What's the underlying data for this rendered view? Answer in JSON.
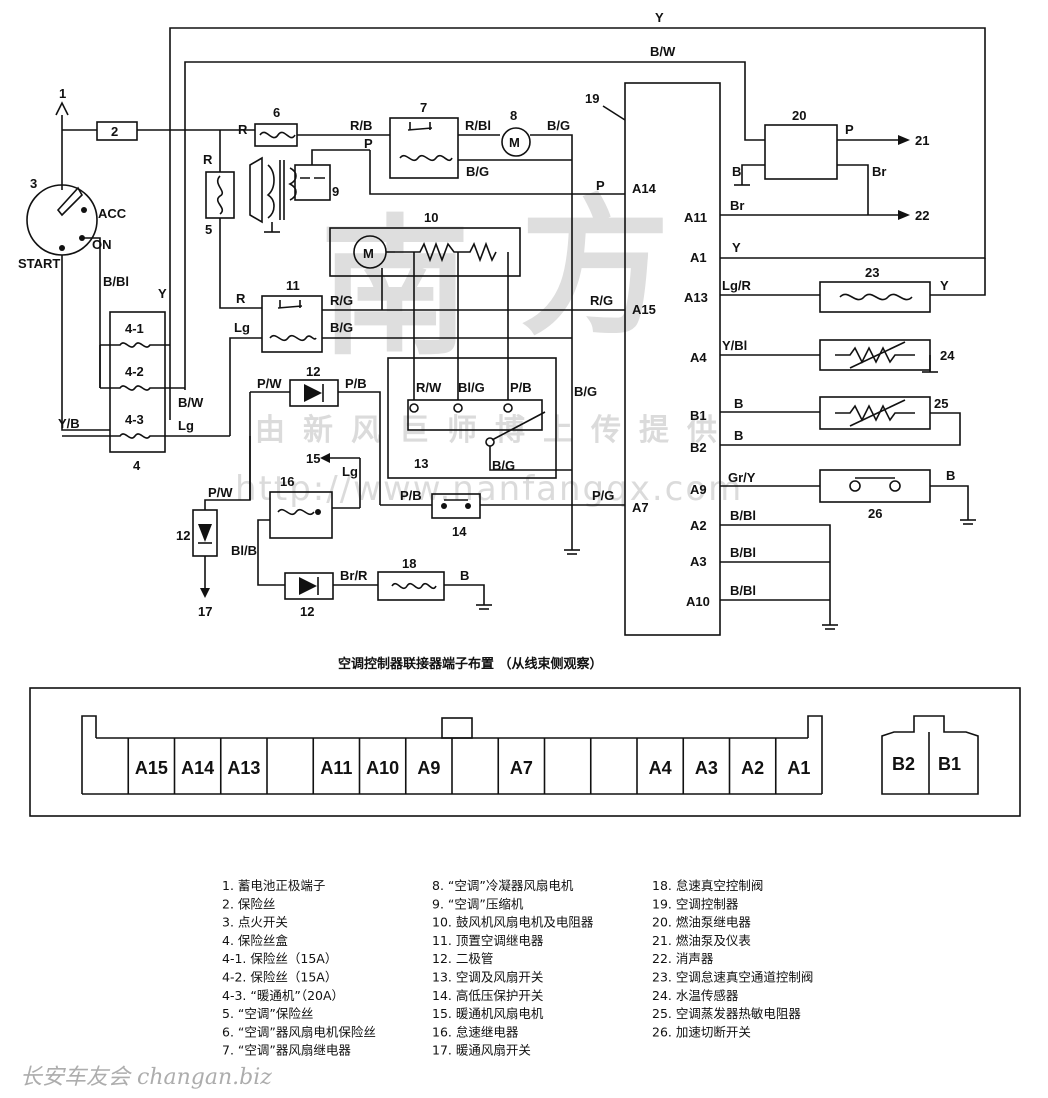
{
  "wire_codes": {
    "y": "Y",
    "bw": "B/W",
    "r": "R",
    "rb": "R/B",
    "rbl": "R/Bl",
    "bg": "B/G",
    "p": "P",
    "b": "B",
    "br": "Br",
    "acc": "ACC",
    "on": "ON",
    "start": "START",
    "bbl": "B/Bl",
    "rg": "R/G",
    "lg": "Lg",
    "lgr": "Lg/R",
    "ybl": "Y/Bl",
    "yb": "Y/B",
    "pw": "P/W",
    "pb": "P/B",
    "rw": "R/W",
    "blg": "Bl/G",
    "pg": "P/G",
    "gry": "Gr/Y",
    "blb": "Bl/B",
    "brr": "Br/R",
    "m": "M"
  },
  "component_numbers": {
    "n1": "1",
    "n2": "2",
    "n3": "3",
    "n4": "4",
    "n41": "4-1",
    "n42": "4-2",
    "n43": "4-3",
    "n5": "5",
    "n6": "6",
    "n7": "7",
    "n8": "8",
    "n9": "9",
    "n10": "10",
    "n11": "11",
    "n12": "12",
    "n13": "13",
    "n14": "14",
    "n15": "15",
    "n16": "16",
    "n17": "17",
    "n18": "18",
    "n19": "19",
    "n20": "20",
    "n21": "21",
    "n22": "22",
    "n23": "23",
    "n24": "24",
    "n25": "25",
    "n26": "26"
  },
  "controller_pins": {
    "a14": "A14",
    "a11": "A11",
    "a1": "A1",
    "a13": "A13",
    "a15": "A15",
    "a4": "A4",
    "b1": "B1",
    "b2": "B2",
    "a9": "A9",
    "a7": "A7",
    "a2": "A2",
    "a3": "A3",
    "a10": "A10"
  },
  "connector": {
    "title": "空调控制器联接器端子布置 （从线束侧观察）",
    "main_cells": [
      "",
      "A15",
      "A14",
      "A13",
      "",
      "A11",
      "A10",
      "A9",
      "",
      "A7",
      "",
      "",
      "A4",
      "A3",
      "A2",
      "A1"
    ],
    "b_cells": [
      "B2",
      "B1"
    ]
  },
  "legend": {
    "col1": [
      "1. 蓄电池正极端子",
      "2. 保险丝",
      "3. 点火开关",
      "4. 保险丝盒",
      "4-1. 保险丝（15A）",
      "4-2. 保险丝（15A）",
      "4-3. “暖通机”（20A）",
      "5. “空调”保险丝",
      "6. “空调”器风扇电机保险丝",
      "7. “空调”器风扇继电器"
    ],
    "col2": [
      "8. “空调”冷凝器风扇电机",
      "9. “空调”压缩机",
      "10. 鼓风机风扇电机及电阻器",
      "11. 顶置空调继电器",
      "12. 二极管",
      "13. 空调及风扇开关",
      "14. 高低压保护开关",
      "15. 暖通机风扇电机",
      "16. 怠速继电器",
      "17. 暖通风扇开关"
    ],
    "col3": [
      "18. 怠速真空控制阀",
      "19. 空调控制器",
      "20. 燃油泵继电器",
      "21. 燃油泵及仪表",
      "22. 消声器",
      "23. 空调怠速真空通道控制阀",
      "24. 水温传感器",
      "25. 空调蒸发器热敏电阻器",
      "26. 加速切断开关"
    ]
  },
  "watermark": {
    "chars": [
      "南",
      "方"
    ],
    "slogan": "由新风巨师博上传提供",
    "url": "http://www.nanfangqx.com",
    "footer": "长安车友会 changan.biz"
  }
}
